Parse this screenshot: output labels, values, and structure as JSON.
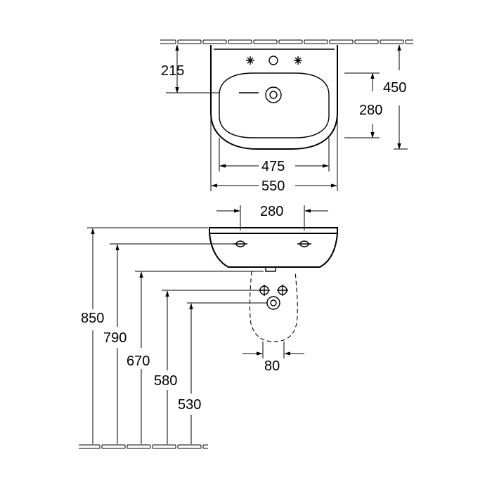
{
  "dimensions": {
    "top_view": {
      "tap_hole_height": "215",
      "depth": "450",
      "bowl_depth": "280",
      "bowl_width": "475",
      "overall_width": "550"
    },
    "side_view": {
      "fixing_hole_spacing": "280",
      "rim_height": "850",
      "fixing_height": "790",
      "bottom_height": "670",
      "supply_height": "580",
      "waste_height": "530",
      "waste_spacing": "80"
    }
  }
}
